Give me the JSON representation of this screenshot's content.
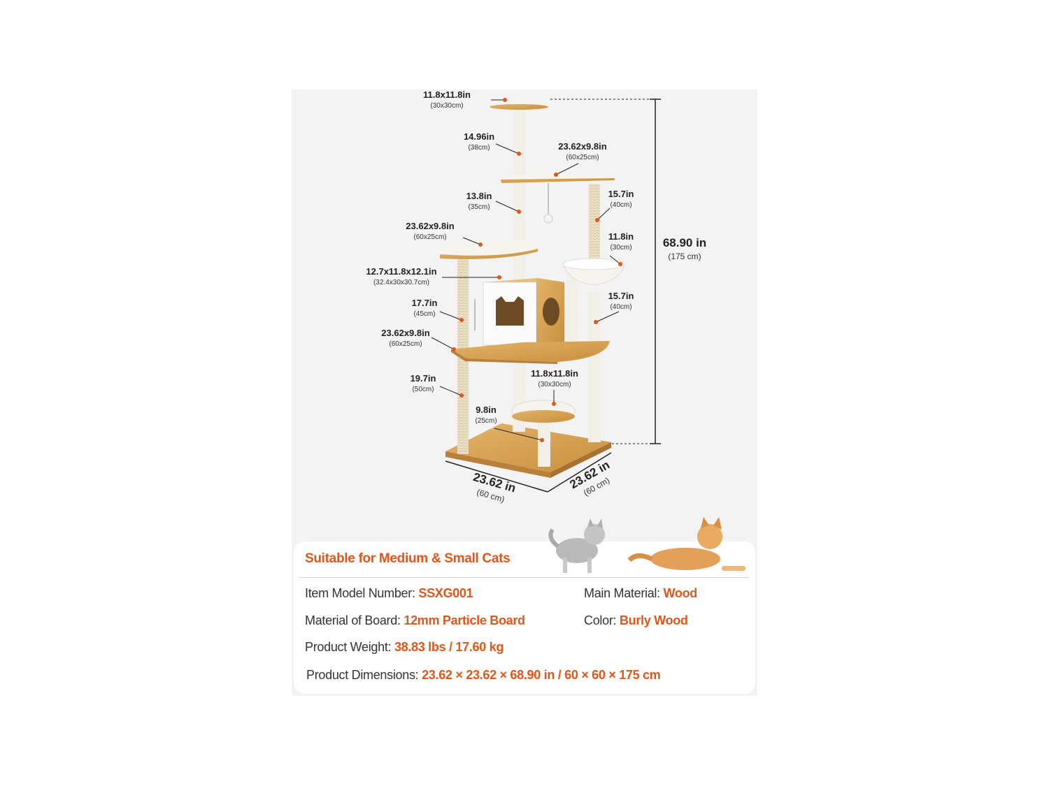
{
  "labels": {
    "top_platform": {
      "main": "11.8x11.8in",
      "sub": "(30x30cm)"
    },
    "top_post": {
      "main": "14.96in",
      "sub": "(38cm)"
    },
    "upper_platform": {
      "main": "23.62x9.8in",
      "sub": "(60x25cm)"
    },
    "mid_post": {
      "main": "13.8in",
      "sub": "(35cm)"
    },
    "right_upper_post": {
      "main": "15.7in",
      "sub": "(40cm)"
    },
    "left_platform": {
      "main": "23.62x9.8in",
      "sub": "(60x25cm)"
    },
    "basket": {
      "main": "11.8in",
      "sub": "(30cm)"
    },
    "condo": {
      "main": "12.7x11.8x12.1in",
      "sub": "(32.4x30x30.7cm)"
    },
    "left_mid_post": {
      "main": "17.7in",
      "sub": "(45cm)"
    },
    "right_lower_post": {
      "main": "15.7in",
      "sub": "(40cm)"
    },
    "main_platform": {
      "main": "23.62x9.8in",
      "sub": "(60x25cm)"
    },
    "left_lower_post": {
      "main": "19.7in",
      "sub": "(50cm)"
    },
    "round_step": {
      "main": "11.8x11.8in",
      "sub": "(30x30cm)"
    },
    "step_post": {
      "main": "9.8in",
      "sub": "(25cm)"
    },
    "height": {
      "main": "68.90 in",
      "sub": "(175 cm)"
    },
    "base_width": {
      "main": "23.62 in",
      "sub": "(60 cm)"
    },
    "base_depth": {
      "main": "23.62 in",
      "sub": "(60 cm)"
    }
  },
  "info": {
    "title": "Suitable for Medium & Small Cats",
    "specs": {
      "model": {
        "label": "Item Model Number: ",
        "value": "SSXG001"
      },
      "material": {
        "label": "Main Material: ",
        "value": "Wood"
      },
      "board": {
        "label": "Material of Board: ",
        "value": "12mm Particle Board"
      },
      "color": {
        "label": "Color: ",
        "value": "Burly Wood"
      },
      "weight": {
        "label": "Product Weight: ",
        "value": "38.83 lbs / 17.60 kg"
      },
      "dimensions": {
        "label": "Product Dimensions: ",
        "value": "23.62 × 23.62 × 68.90 in / 60 × 60 × 175 cm"
      }
    }
  },
  "colors": {
    "accent": "#e0561b",
    "wood": "#d7a65a",
    "plush": "#f6f4ef",
    "sisal": "#e7dcc2"
  }
}
